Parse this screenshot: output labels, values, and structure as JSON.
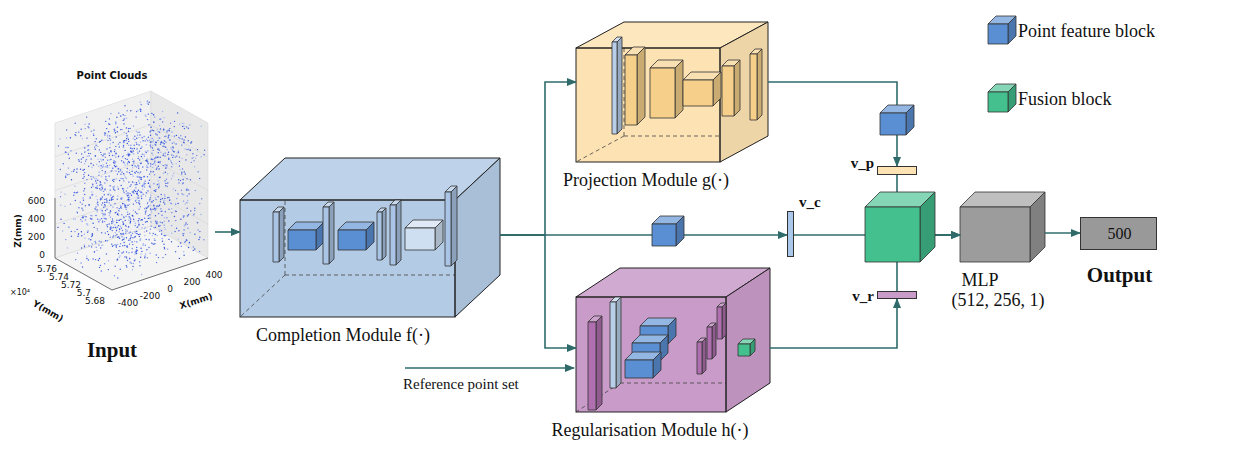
{
  "diagram": {
    "nodes": [
      {
        "text": [
          "Input"
        ]
      },
      {
        "text": [
          "Completion Module f(·)"
        ]
      },
      {
        "text": [
          "Projection Module g(·)"
        ]
      },
      {
        "text": [
          "Regularisation Module h(·)"
        ]
      },
      {
        "text": [
          "v_p"
        ]
      },
      {
        "text": [
          "v_c"
        ]
      },
      {
        "text": [
          "v_r"
        ]
      },
      {
        "text": [
          "MLP",
          "(512, 256, 1)"
        ]
      },
      {
        "text": [
          "500",
          "Output"
        ]
      }
    ],
    "edges": [
      {
        "from": 0,
        "to": 1,
        "arrow": "to"
      },
      {
        "from": 1,
        "to": 2,
        "arrow": "to"
      },
      {
        "from": 1,
        "to": 3,
        "arrow": "to"
      },
      {
        "from": 1,
        "to": 5,
        "arrow": "to"
      },
      {
        "from": 2,
        "to": 4,
        "arrow": "to"
      },
      {
        "from": 3,
        "to": 6,
        "arrow": "to"
      },
      {
        "from": 4,
        "to": 7,
        "arrow": "to"
      },
      {
        "from": 5,
        "to": 7,
        "arrow": "to"
      },
      {
        "from": 6,
        "to": 7,
        "arrow": "to"
      },
      {
        "from": 7,
        "to": 8,
        "arrow": "to"
      }
    ],
    "labels": [
      "Point Clouds",
      "Z(mm)",
      "600",
      "400",
      "200",
      "0",
      "5.76",
      "5.74",
      "5.72",
      "5.7",
      "5.68",
      "×10⁴",
      "Y(mm)",
      "-400",
      "-200",
      "0",
      "200",
      "400",
      "X(mm)",
      "Reference point set"
    ],
    "legend": [
      {
        "text": "Point feature block",
        "color": "#5b8fd3"
      },
      {
        "text": "Fusion block",
        "color": "#43c08e"
      }
    ]
  }
}
